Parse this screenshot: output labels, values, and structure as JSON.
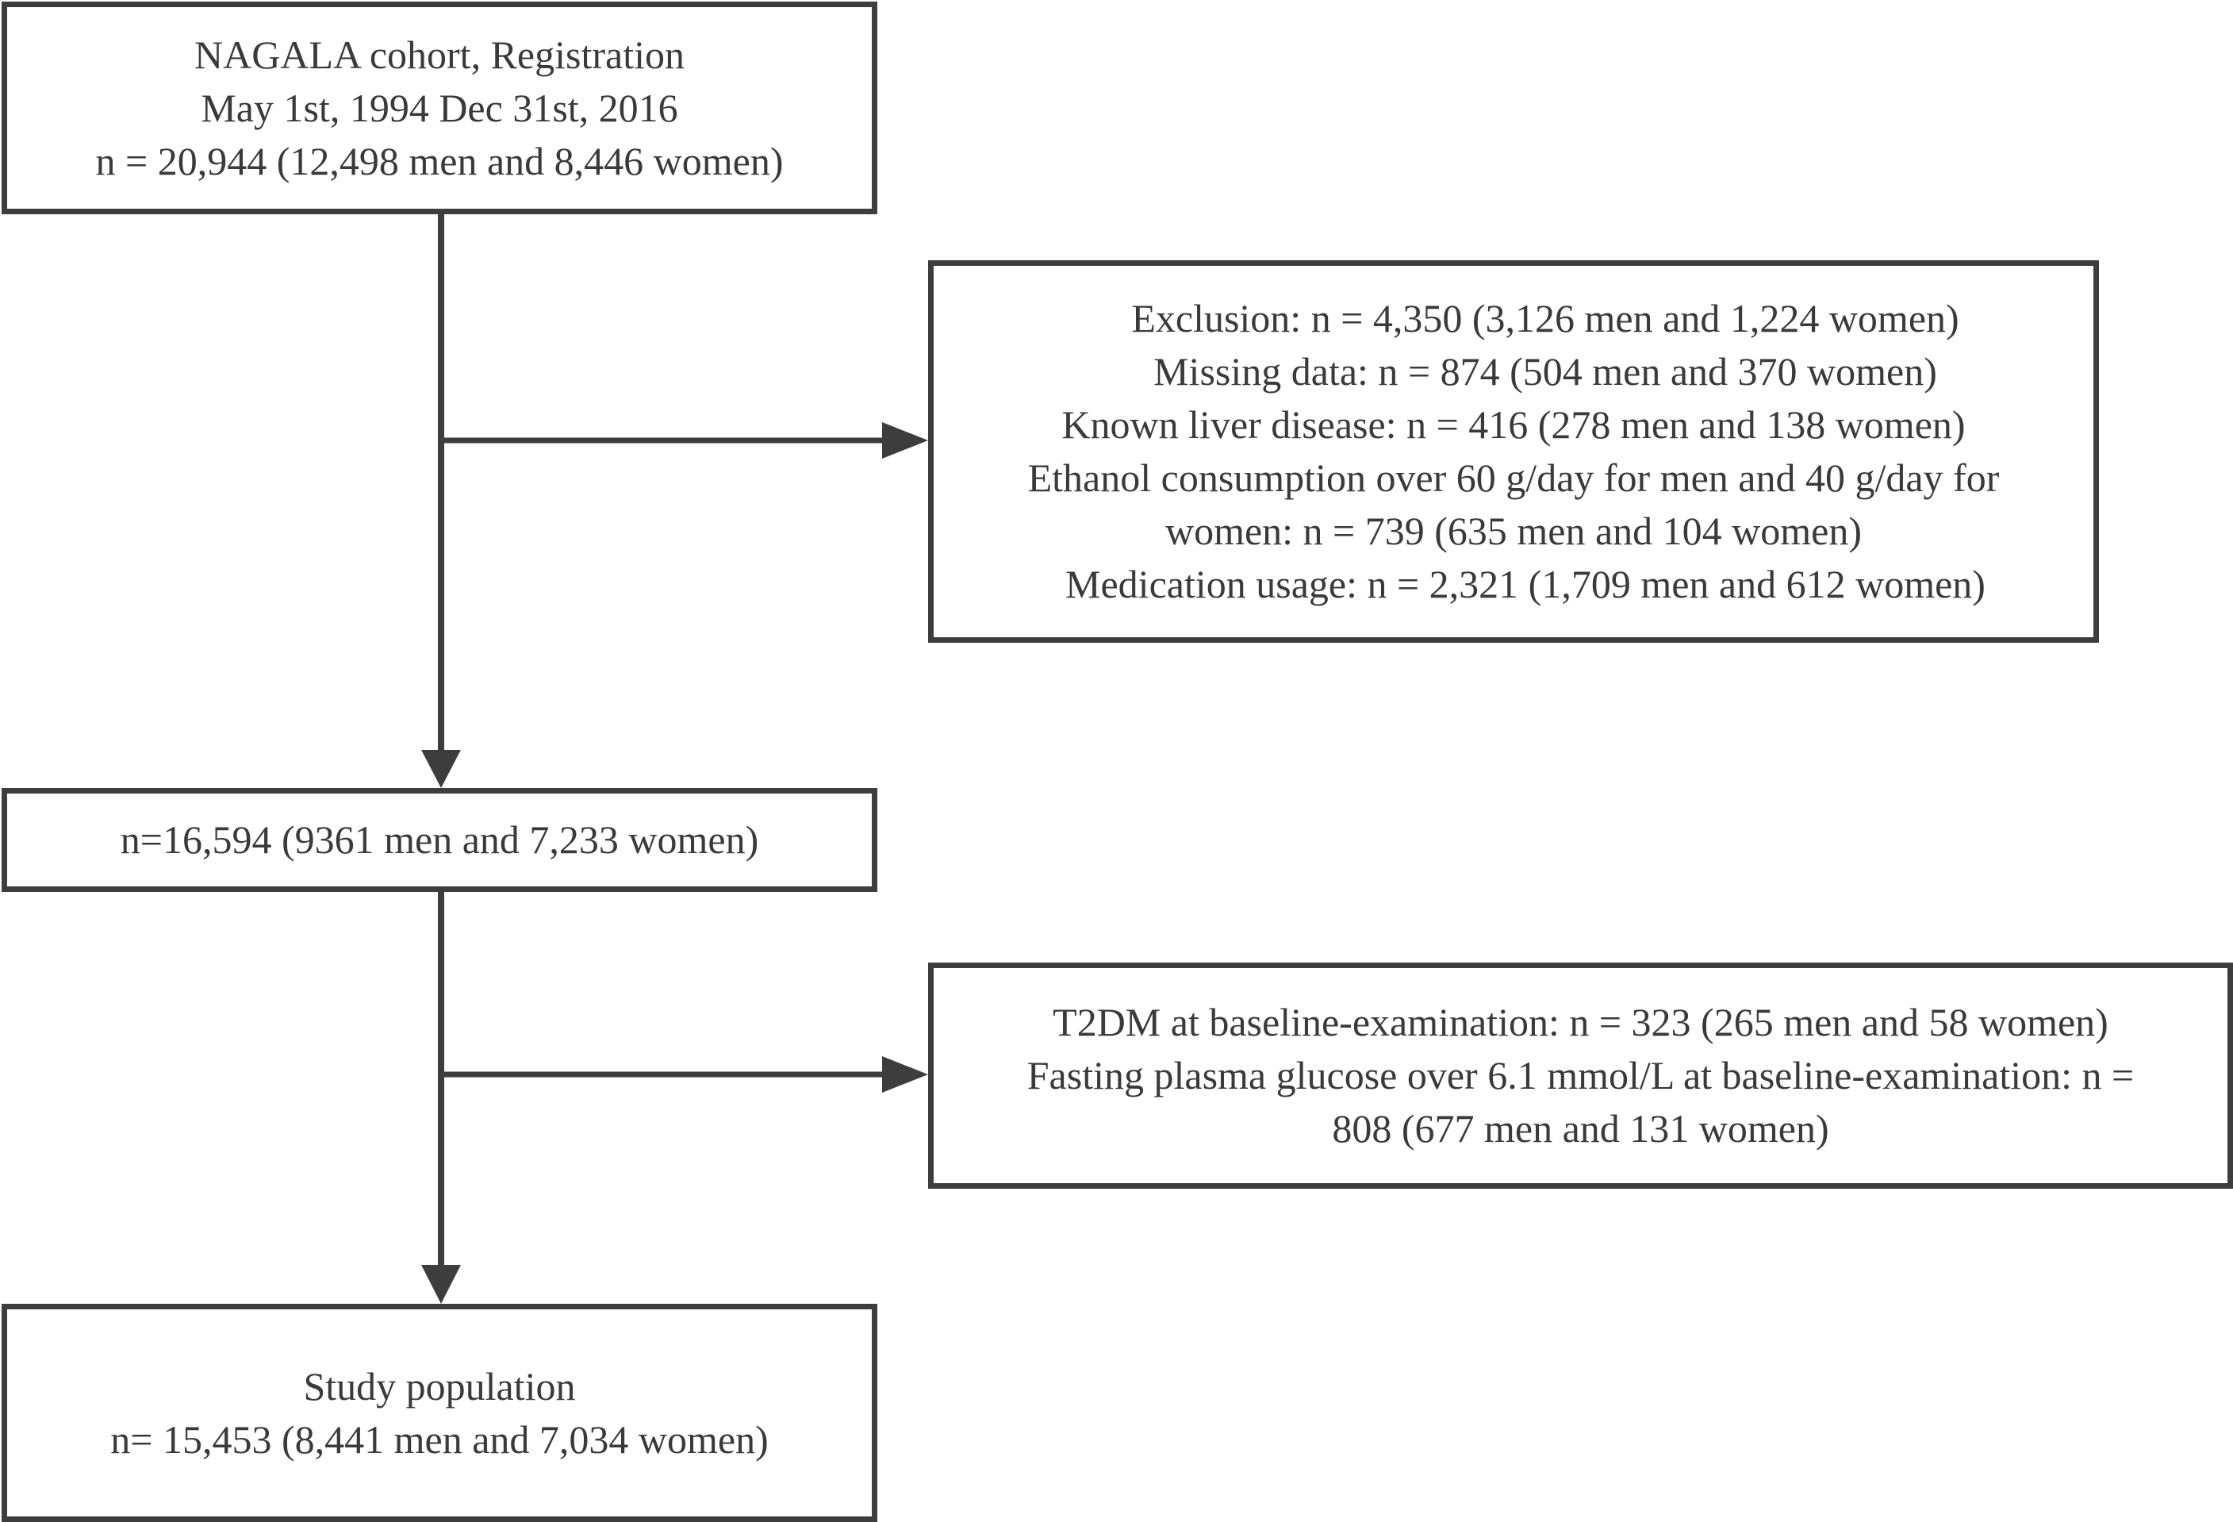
{
  "registration_box": {
    "lines": [
      "NAGALA cohort, Registration",
      "May 1st, 1994  Dec 31st, 2016",
      "n = 20,944 (12,498 men and 8,446 women)"
    ]
  },
  "exclusion_box": {
    "lines": [
      "Exclusion: n = 4,350 (3,126 men and 1,224 women)",
      "Missing data: n = 874 (504 men and 370 women)",
      "Known liver disease: n = 416 (278 men and 138 women)",
      "Ethanol consumption over 60 g/day for men and 40 g/day for",
      "women: n = 739 (635 men and 104 women)",
      "Medication usage: n = 2,321 (1,709 men and 612 women)"
    ]
  },
  "middle_box": {
    "lines": [
      "n=16,594 (9361 men and 7,233 women)"
    ]
  },
  "t2dm_box": {
    "lines": [
      "T2DM at baseline-examination: n = 323 (265 men and 58 women)",
      "Fasting plasma glucose over 6.1 mmol/L at baseline-examination: n =",
      "808 (677 men and 131 women)"
    ]
  },
  "study_box": {
    "lines": [
      "Study population",
      "n= 15,453 (8,441 men and 7,034 women)"
    ]
  },
  "colors": {
    "stroke": "#3d3d3d",
    "text": "#3a3a3a",
    "background": "#ffffff"
  }
}
